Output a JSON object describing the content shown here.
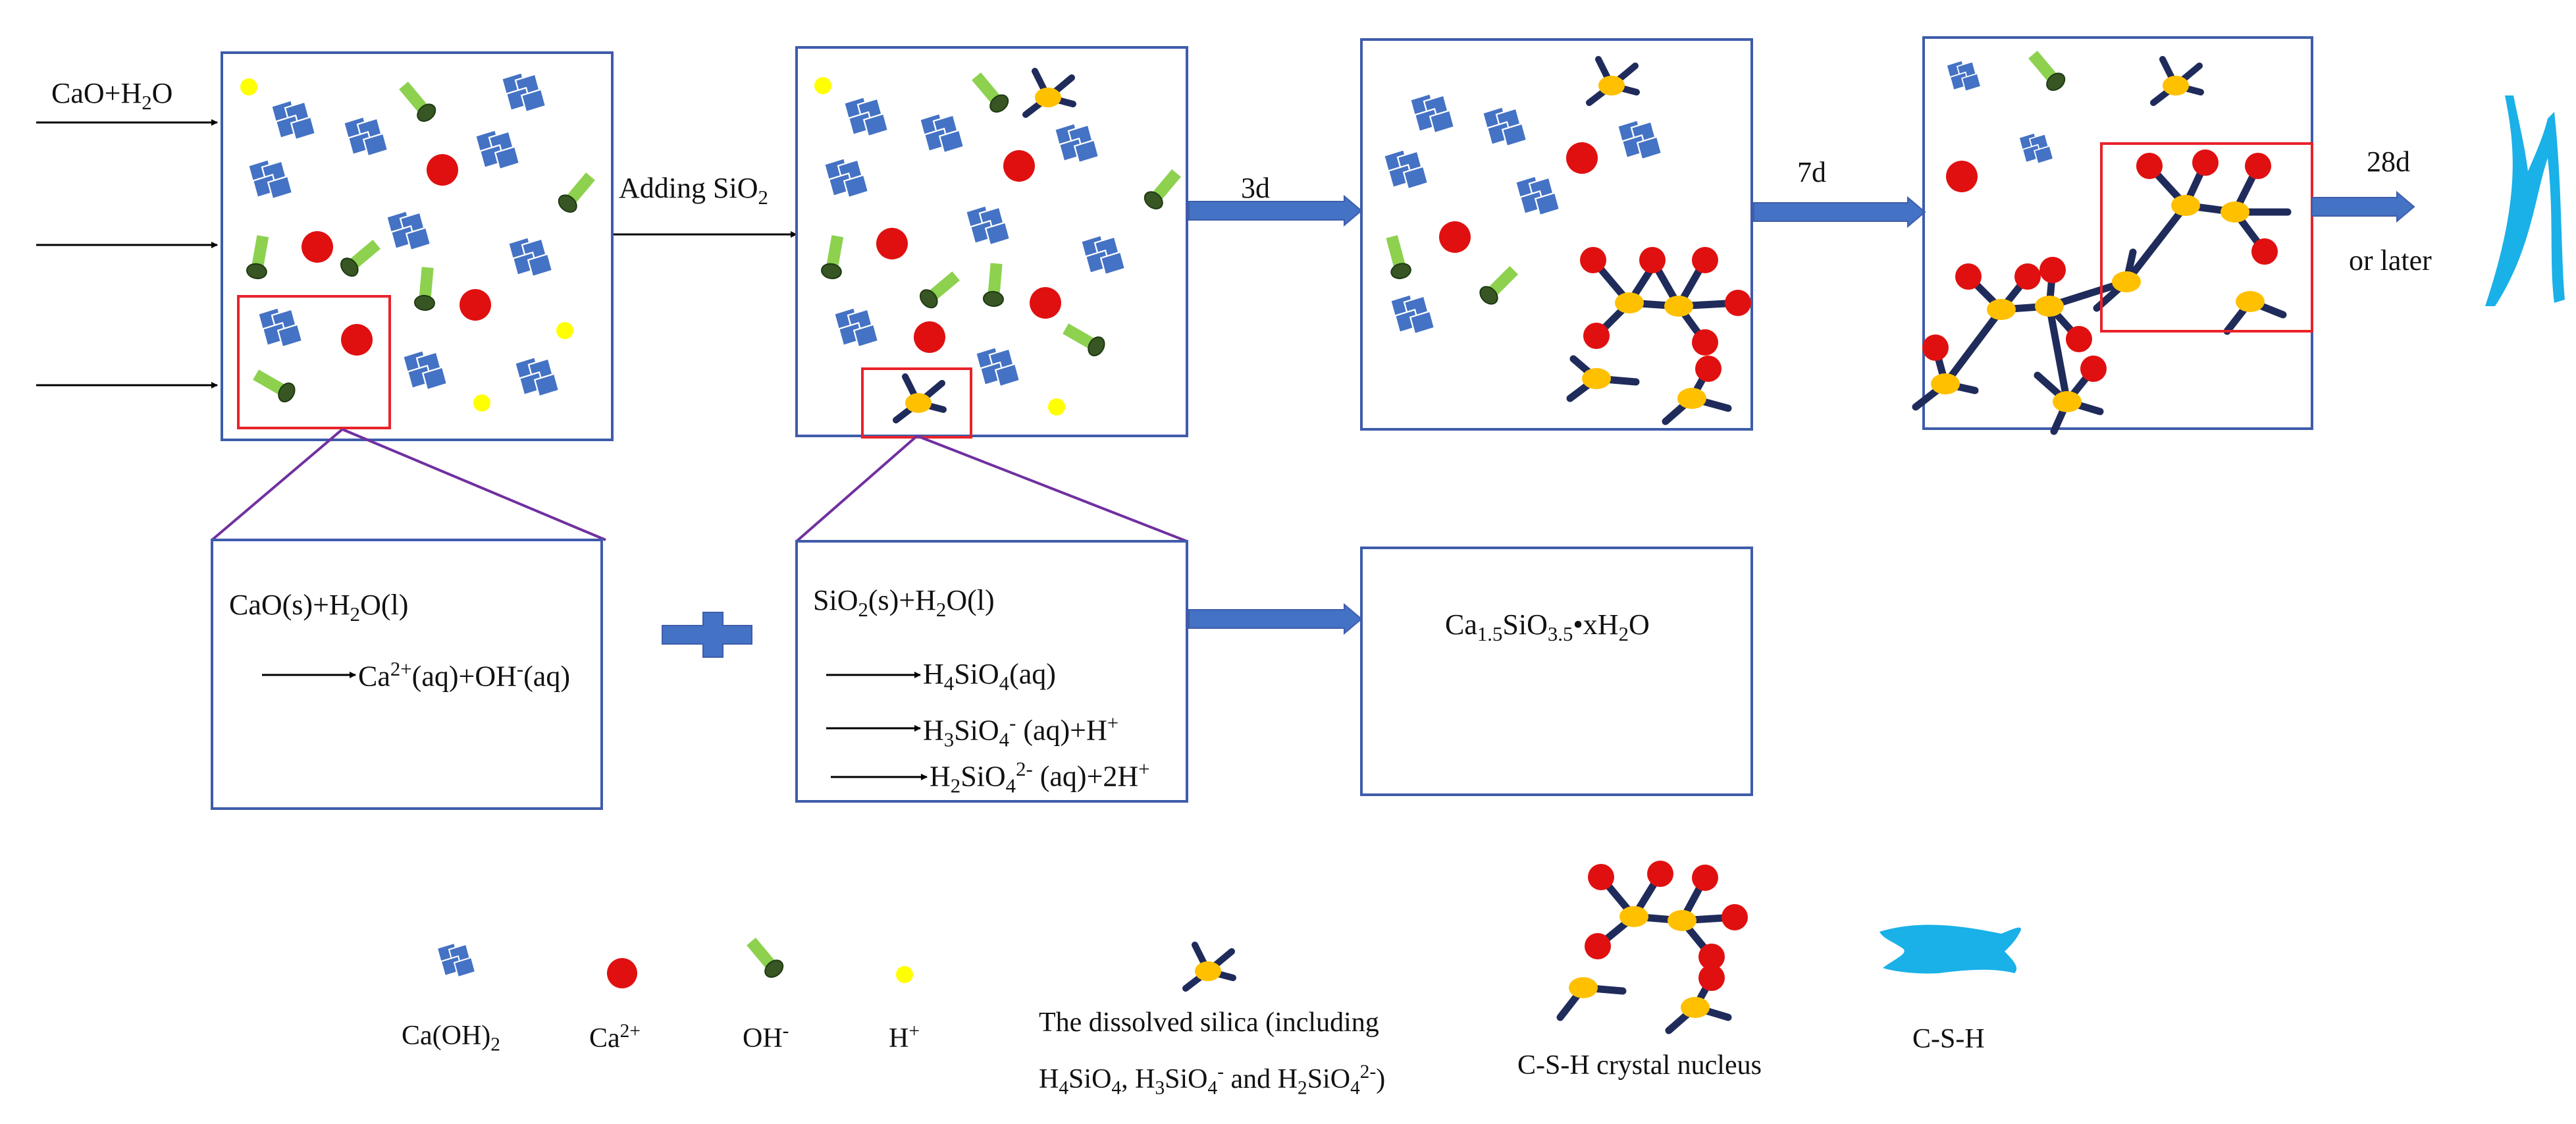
{
  "colors": {
    "box_border": "#3f5cab",
    "hydroxide": "#4472c4",
    "calcium_ion": "#e01010",
    "hydroxide_ion_body": "#8dd14f",
    "hydroxide_ion_end": "#375623",
    "hydrogen_ion": "#ffff00",
    "silica_center": "#ffc000",
    "silica_bond": "#1f2b5a",
    "highlight": "#e8232a",
    "zoom_line": "#7030a0",
    "arrow_fill": "#4472c4",
    "csh": "#1ab0e8"
  },
  "stages": {
    "input_label": "CaO+H2O",
    "step1_label": "Adding SiO2",
    "step2_label": "3d",
    "step3_label": "7d",
    "step4_label": "28d",
    "step4_sublabel": "or later"
  },
  "reactions": {
    "cao_line1": "CaO(s)+H2O(l)",
    "cao_line2": "Ca2+(aq)+OH-(aq)",
    "sio2_line1": "SiO2(s)+H2O(l)",
    "sio2_line2": "H4SiO4(aq)",
    "sio2_line3": "H3SiO4-(aq)+H+",
    "sio2_line4": "H2SiO42-(aq)+2H+",
    "product": "Ca1.5SiO3.5•xH2O"
  },
  "legend": {
    "caoh2": "Ca(OH)2",
    "ca_ion": "Ca2+",
    "oh_ion": "OH-",
    "h_ion": "H+",
    "silica_line1": "The dissolved silica (including",
    "silica_line2": "H4SiO4, H3SiO4- and H2SiO42-)",
    "nucleus": "C-S-H crystal nucleus",
    "csh": "C-S-H"
  }
}
